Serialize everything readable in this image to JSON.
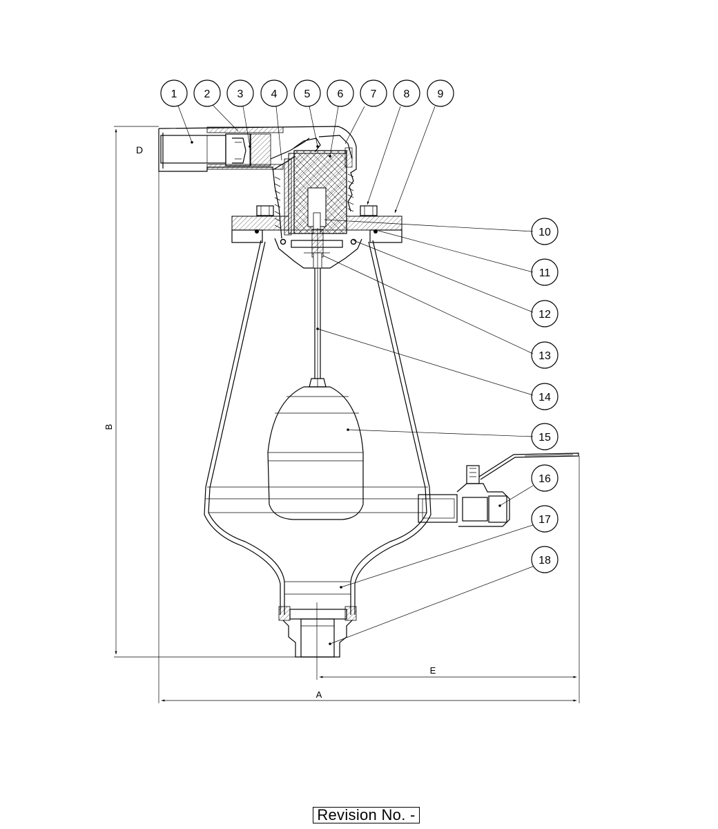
{
  "drawing": {
    "balloons_top": [
      "1",
      "2",
      "3",
      "4",
      "5",
      "6",
      "7",
      "8",
      "9"
    ],
    "balloons_right": [
      "10",
      "11",
      "12",
      "13",
      "14",
      "15",
      "16",
      "17",
      "18"
    ],
    "dimensions": {
      "a": "A",
      "b": "B",
      "d": "D",
      "e": "E"
    }
  },
  "revision": {
    "label": "Revision No. -"
  }
}
